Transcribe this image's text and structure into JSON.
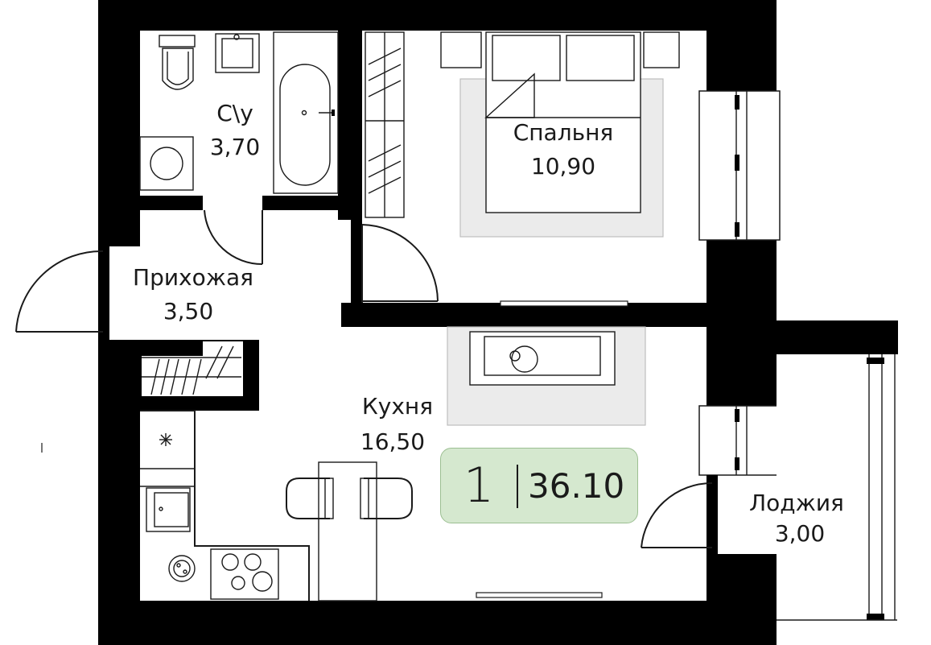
{
  "rooms": [
    {
      "name": "С\\у",
      "area": "3,70"
    },
    {
      "name": "Спальня",
      "area": "10,90"
    },
    {
      "name": "Прихожая",
      "area": "3,50"
    },
    {
      "name": "Кухня",
      "area": "16,50"
    },
    {
      "name": "Лоджия",
      "area": "3,00"
    }
  ],
  "summary": {
    "room_count": "1",
    "total_area": "36.10"
  },
  "colors": {
    "wall": "#000000",
    "badge_fill": "#d5e8cf",
    "badge_border": "#9cbf92",
    "line": "#1a1a1a"
  }
}
